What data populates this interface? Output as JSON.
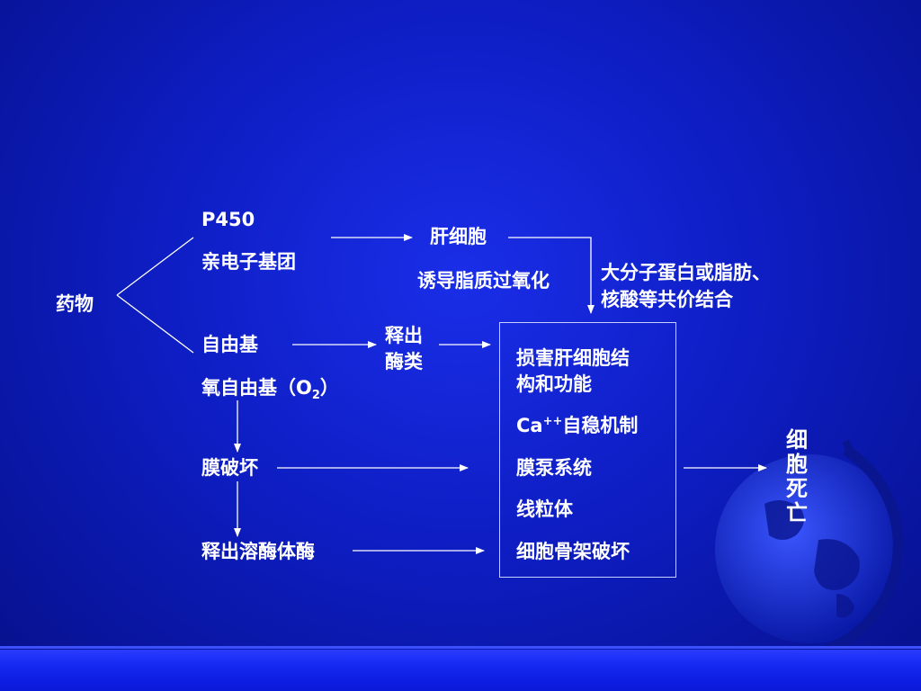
{
  "diagram": {
    "drug": "药物",
    "p450": "P450",
    "electrophilic_group": "亲电子基团",
    "liver_cell": "肝细胞",
    "lipid_peroxidation": "诱导脂质过氧化",
    "covalent_binding_line1": "大分子蛋白或脂肪、",
    "covalent_binding_line2": "核酸等共价结合",
    "free_radical": "自由基",
    "oxygen_free_radical_prefix": "氧自由基（O",
    "oxygen_free_radical_sub": "2",
    "oxygen_free_radical_suffix": "）",
    "release_enzymes_line1": "释出",
    "release_enzymes_line2": "酶类",
    "membrane_damage": "膜破坏",
    "release_lysosomal_enzymes": "释出溶酶体酶",
    "cell_death": "细胞死亡",
    "effects": {
      "damage_line1": "损害肝细胞结",
      "damage_line2": "构和功能",
      "ca_prefix": "Ca",
      "ca_sup": "++",
      "ca_suffix": "自稳机制",
      "membrane_pump": "膜泵系统",
      "mitochondria": "线粒体",
      "cytoskeleton": "细胞骨架破坏"
    }
  },
  "colors": {
    "background": "#0e1ec4",
    "text": "#ffffff",
    "bottom_bar": "#1428f0"
  },
  "decoration": {
    "globe": "globe-icon"
  }
}
